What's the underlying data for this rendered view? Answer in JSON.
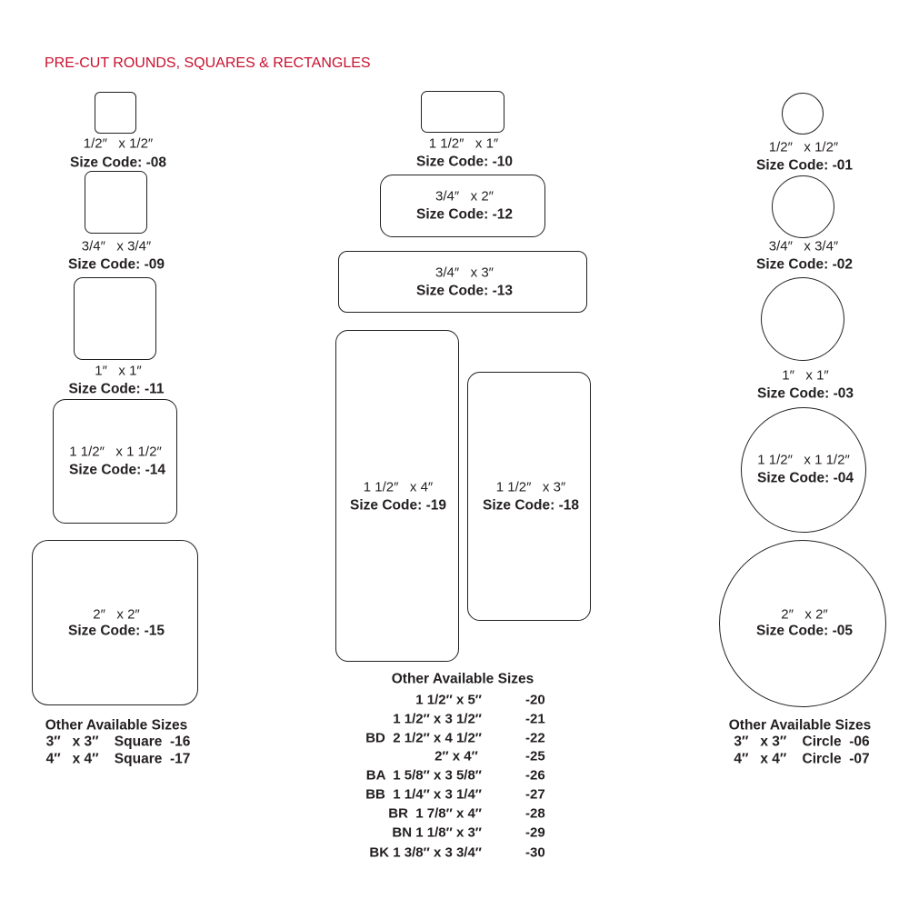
{
  "title": "PRE-CUT ROUNDS, SQUARES & RECTANGLES",
  "size_code_prefix": "Size Code:",
  "squares": [
    {
      "dim": "1/2″   x 1/2″",
      "code": "Size Code: -08"
    },
    {
      "dim": "3/4″   x 3/4″",
      "code": "Size Code: -09"
    },
    {
      "dim": "1″   x 1″",
      "code": "Size Code: -11"
    },
    {
      "dim": "1 1/2″   x 1 1/2″",
      "code": "Size Code: -14"
    },
    {
      "dim": "2″   x 2″",
      "code": "Size Code: -15"
    }
  ],
  "squares_other": {
    "heading": "Other Available Sizes",
    "rows": [
      "3″   x 3″    Square  -16",
      "4″   x 4″    Square  -17"
    ]
  },
  "rectangles": [
    {
      "dim": "1 1/2″   x 1″",
      "code": "Size Code: -10"
    },
    {
      "dim": "3/4″   x 2″",
      "code": "Size Code: -12"
    },
    {
      "dim": "3/4″   x 3″",
      "code": "Size Code: -13"
    },
    {
      "dim": "1 1/2″   x 4″",
      "code": "Size Code: -19"
    },
    {
      "dim": "1 1/2″   x 3″",
      "code": "Size Code: -18"
    }
  ],
  "rectangles_other": {
    "heading": "Other Available Sizes",
    "rows": [
      {
        "size": "1 1/2″ x 5″",
        "code": "-20"
      },
      {
        "size": "1 1/2″ x 3 1/2″",
        "code": "-21"
      },
      {
        "size": "BD  2 1/2″ x 4 1/2″",
        "code": "-22"
      },
      {
        "size": "2″ x 4″ ",
        "code": "-25"
      },
      {
        "size": "BA  1 5/8″ x 3 5/8″",
        "code": "-26"
      },
      {
        "size": "BB  1 1/4″ x 3 1/4″",
        "code": "-27"
      },
      {
        "size": "BR  1 7/8″ x 4″",
        "code": "-28"
      },
      {
        "size": "BN 1 1/8″ x 3″",
        "code": "-29"
      },
      {
        "size": "BK 1 3/8″ x 3 3/4″",
        "code": "-30"
      }
    ]
  },
  "circles": [
    {
      "dim": "1/2″   x 1/2″",
      "code": "Size Code: -01"
    },
    {
      "dim": "3/4″   x 3/4″",
      "code": "Size Code: -02"
    },
    {
      "dim": "1″   x 1″",
      "code": "Size Code: -03"
    },
    {
      "dim": "1 1/2″   x 1 1/2″",
      "code": "Size Code: -04"
    },
    {
      "dim": "2″   x 2″",
      "code": "Size Code: -05"
    }
  ],
  "circles_other": {
    "heading": "Other Available Sizes",
    "rows": [
      "3″   x 3″    Circle  -06",
      "4″   x 4″    Circle  -07"
    ]
  }
}
